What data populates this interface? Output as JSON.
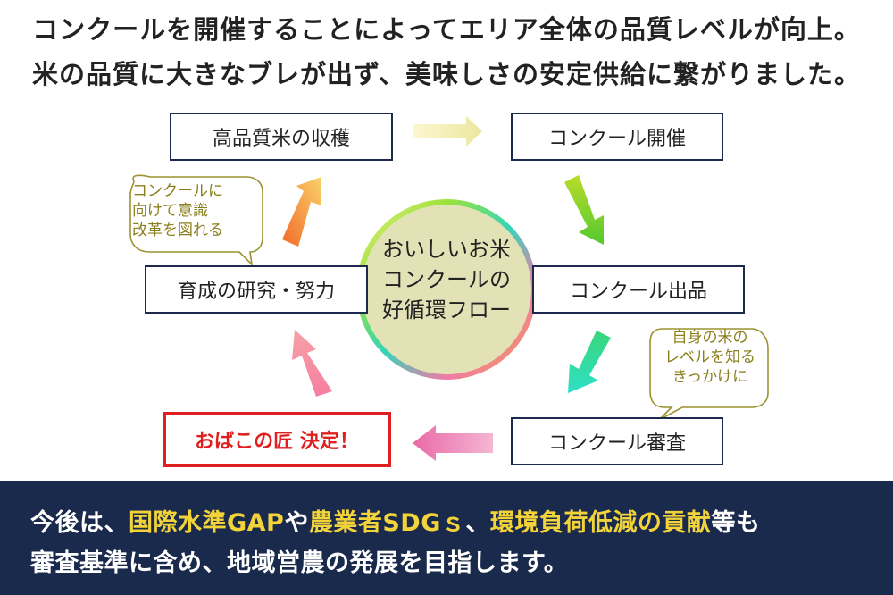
{
  "headline": {
    "line1": "コンクールを開催することによってエリア全体の品質レベルが向上。",
    "line2": "米の品質に大きなブレが出ず、美味しさの安定供給に繋がりました。"
  },
  "flow": {
    "steps": {
      "harvest": "高品質米の収穫",
      "contest": "コンクール開催",
      "entry": "コンクール出品",
      "judging": "コンクール審査",
      "decision": "おばこの匠 決定！",
      "growth": "育成の研究・努力"
    },
    "center": {
      "line1": "おいしいお米",
      "line2": "コンクールの",
      "line3": "好循環フロー"
    },
    "notes": {
      "left": {
        "line1": "コンクールに",
        "line2": "向けて意識",
        "line3": "改革を図れる"
      },
      "right": {
        "line1": "自身の米の",
        "line2": "レベルを知る",
        "line3": "きっかけに"
      }
    }
  },
  "footer": {
    "line1": [
      {
        "text": "今後は、",
        "highlight": false
      },
      {
        "text": "国際水準GAP",
        "highlight": true
      },
      {
        "text": "や",
        "highlight": false
      },
      {
        "text": "農業者SDGｓ",
        "highlight": true
      },
      {
        "text": "、",
        "highlight": false
      },
      {
        "text": "環境負荷低減の貢献",
        "highlight": true
      },
      {
        "text": "等も",
        "highlight": false
      }
    ],
    "line2": "審査基準に含め、地域営農の発展を目指します。"
  },
  "colors": {
    "box_border": "#1d2a4d",
    "decision_red": "#e02020",
    "footer_bg": "#1a2a4c",
    "footer_highlight": "#f2d33a",
    "note_text": "#8a7f1c",
    "center_fill": "#e3e2b6"
  }
}
